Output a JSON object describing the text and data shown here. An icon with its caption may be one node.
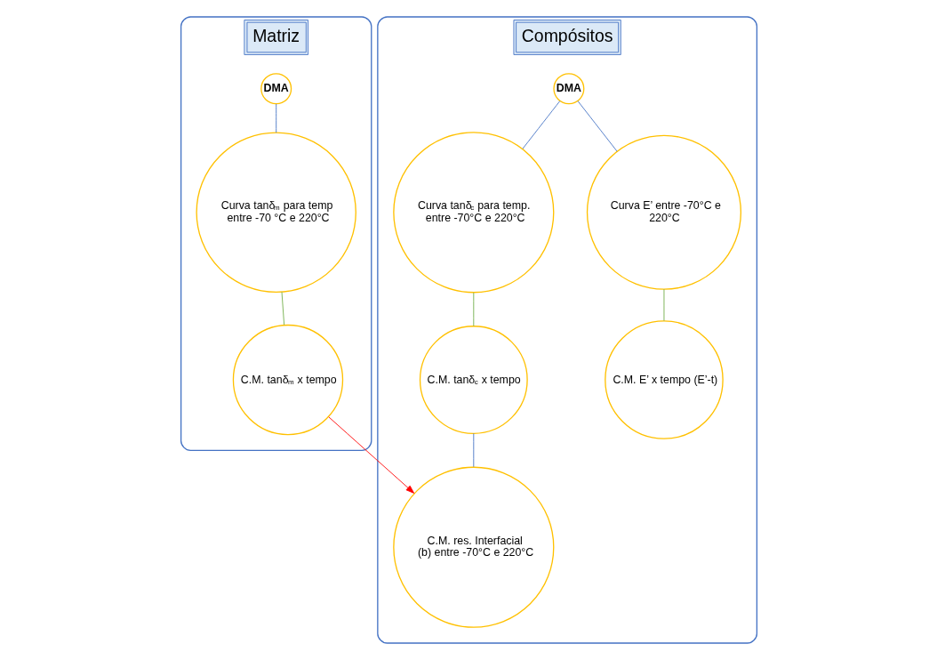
{
  "diagram": {
    "nodes": [
      {
        "text": [
          "Matriz"
        ]
      },
      {
        "text": [
          "DMA"
        ],
        "in": 0
      },
      {
        "text": [
          "Curva tanδ$_{m}$ para temp entre -70 °C e 220°C"
        ],
        "in": 0
      },
      {
        "text": [
          "C.M. tanδ$_{m}$ x tempo"
        ],
        "in": 0
      },
      {
        "text": [
          "Compósitos"
        ]
      },
      {
        "text": [
          "DMA"
        ],
        "in": 4
      },
      {
        "text": [
          "Curva tanδ$_{c}$ para temp. entre -70°C e 220°C"
        ],
        "in": 4
      },
      {
        "text": [
          "Curva E’ entre -70°C e 220°C"
        ],
        "in": 4
      },
      {
        "text": [
          "C.M. tanδ$_{c}$ x tempo"
        ],
        "in": 4
      },
      {
        "text": [
          "C.M. E’ x tempo (E’-t)"
        ],
        "in": 4
      },
      {
        "text": [
          "C.M. res. Interfacial (b) entre -70°C e 220°C"
        ],
        "in": 4
      }
    ],
    "edges": [
      {
        "from": 1,
        "to": 2,
        "arrow": "none"
      },
      {
        "from": 2,
        "to": 3,
        "arrow": "none",
        "color": "#70ad47"
      },
      {
        "from": 3,
        "to": 10,
        "arrow": "to",
        "color": "#ff0000"
      },
      {
        "from": 5,
        "to": 6,
        "arrow": "none"
      },
      {
        "from": 5,
        "to": 7,
        "arrow": "none"
      },
      {
        "from": 6,
        "to": 8,
        "arrow": "none",
        "color": "#70ad47"
      },
      {
        "from": 7,
        "to": 9,
        "arrow": "none",
        "color": "#70ad47"
      },
      {
        "from": 8,
        "to": 10,
        "arrow": "none"
      }
    ]
  }
}
